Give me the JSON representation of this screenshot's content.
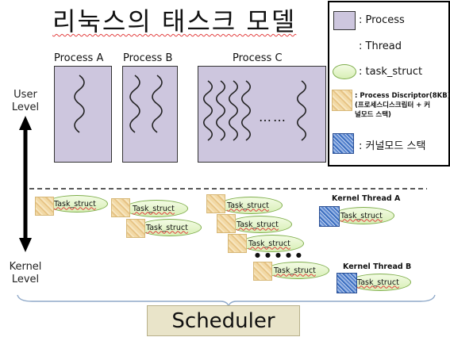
{
  "title": "리눅스의 태스크 모델",
  "processes": [
    {
      "label": "Process A"
    },
    {
      "label": "Process B"
    },
    {
      "label": "Process C"
    }
  ],
  "process_c_ellipsis": "……",
  "levels": {
    "user": "User\nLevel",
    "kernel": "Kernel\nLevel"
  },
  "legend": {
    "process": ": Process",
    "thread": ": Thread",
    "task_struct": ": task_struct",
    "pd_line1": ": Process Discriptor(8KB)",
    "pd_line2": "(프로세스디스크립터 + 커",
    "pd_line3": "널모드 스택)",
    "kernel_stack": ": 커널모드 스택"
  },
  "task_struct_label": "Task_struct",
  "kernel_threads": {
    "a": "Kernel Thread A",
    "b": "Kernel Thread B"
  },
  "dots": "●●●●●",
  "scheduler": "Scheduler",
  "colors": {
    "process_fill": "#cdc6de",
    "task_struct_fill": "#d8efb6",
    "kernel_stack": "#3b6ec0",
    "process_descriptor": "#f2d9a5"
  }
}
